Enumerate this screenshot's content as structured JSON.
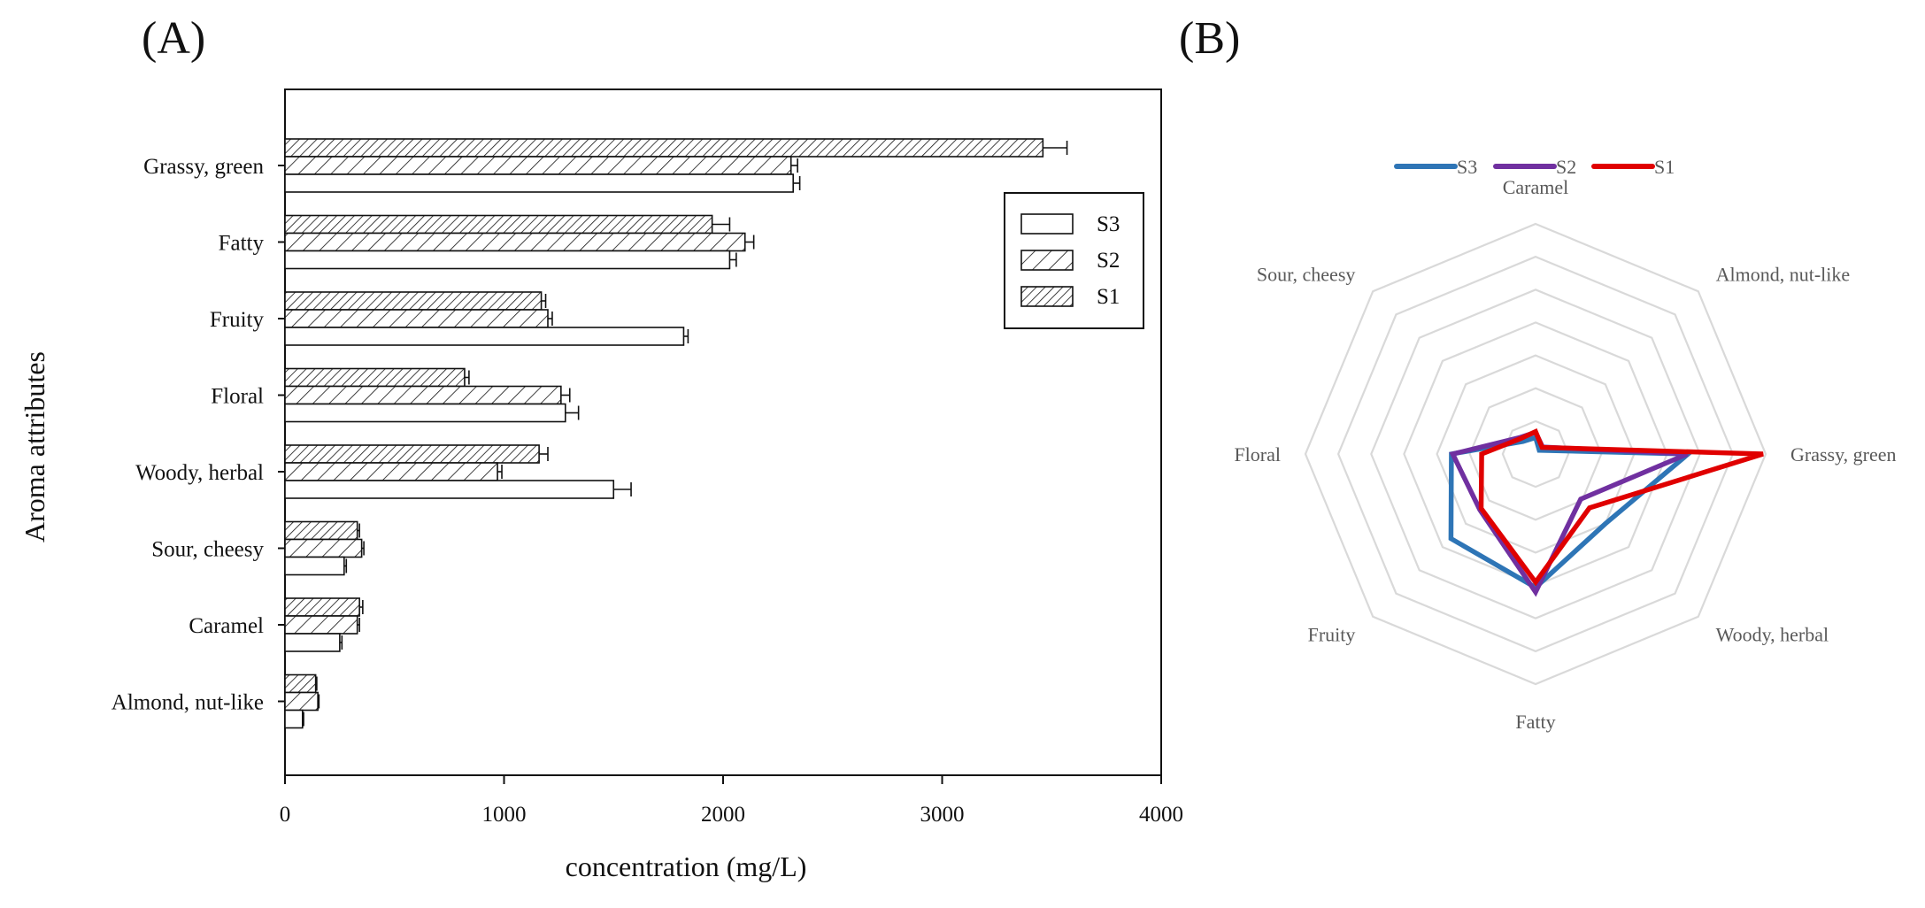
{
  "panels": {
    "a": "(A)",
    "b": "(B)"
  },
  "chart_data": [
    {
      "type": "bar",
      "orientation": "horizontal",
      "panel": "(A)",
      "categories": [
        "Grassy, green",
        "Fatty",
        "Fruity",
        "Floral",
        "Woody, herbal",
        "Sour, cheesy",
        "Caramel",
        "Almond, nut-like"
      ],
      "series": [
        {
          "name": "S3",
          "values": [
            2320,
            2030,
            1820,
            1280,
            1500,
            270,
            250,
            80
          ],
          "errors": [
            30,
            30,
            20,
            60,
            80,
            10,
            10,
            5
          ],
          "pattern": "open",
          "color": "#ffffff"
        },
        {
          "name": "S2",
          "values": [
            2310,
            2100,
            1200,
            1260,
            970,
            350,
            330,
            150
          ],
          "errors": [
            30,
            40,
            20,
            40,
            20,
            10,
            10,
            5
          ],
          "pattern": "hatch-sparse",
          "color": "#ffffff"
        },
        {
          "name": "S1",
          "values": [
            3460,
            1950,
            1170,
            820,
            1160,
            330,
            340,
            140
          ],
          "errors": [
            110,
            80,
            20,
            20,
            40,
            10,
            15,
            5
          ],
          "pattern": "hatch-dense",
          "color": "#ffffff"
        }
      ],
      "xlabel": "concentration (mg/L)",
      "ylabel": "Aroma attributes",
      "xlim": [
        0,
        4000
      ],
      "xticks": [
        0,
        1000,
        2000,
        3000,
        4000
      ],
      "grid": false,
      "legend": {
        "placement": "top-right",
        "order": [
          "S3",
          "S2",
          "S1"
        ]
      }
    },
    {
      "type": "radar",
      "panel": "(B)",
      "axes": [
        "Caramel",
        "Almond, nut-like",
        "Grassy, green",
        "Woody, herbal",
        "Fatty",
        "Fruity",
        "Floral",
        "Sour, cheesy"
      ],
      "series": [
        {
          "name": "S3",
          "values": [
            250,
            80,
            2320,
            1500,
            2030,
            1820,
            1280,
            270
          ],
          "color": "#2e75b6"
        },
        {
          "name": "S2",
          "values": [
            330,
            150,
            2310,
            970,
            2100,
            1200,
            1260,
            350
          ],
          "color": "#7030a0"
        },
        {
          "name": "S1",
          "values": [
            340,
            140,
            3460,
            1160,
            1950,
            1170,
            820,
            330
          ],
          "color": "#e00000"
        }
      ],
      "rmax": 3500,
      "rings": 7,
      "grid": true,
      "legend": {
        "placement": "top",
        "order": [
          "S3",
          "S2",
          "S1"
        ]
      }
    }
  ]
}
